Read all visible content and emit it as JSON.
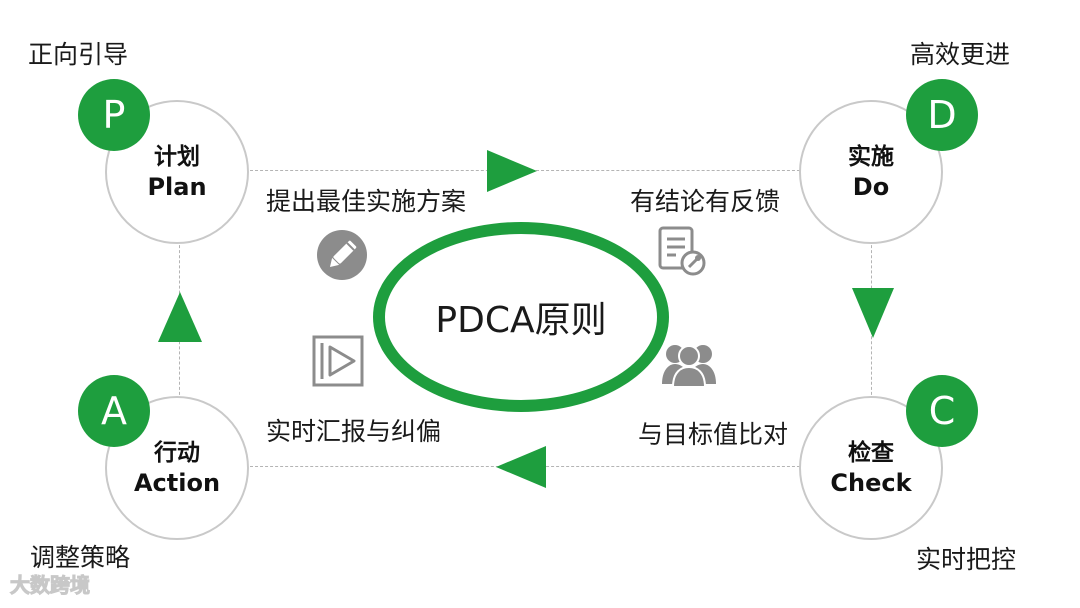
{
  "diagram": {
    "center_label": "PDCA原则",
    "nodes": {
      "plan": {
        "badge": "P",
        "title_cn": "计划",
        "title_en": "Plan",
        "corner_label": "正向引导"
      },
      "do": {
        "badge": "D",
        "title_cn": "实施",
        "title_en": "Do",
        "corner_label": "高效更进"
      },
      "check": {
        "badge": "C",
        "title_cn": "检查",
        "title_en": "Check",
        "corner_label": "实时把控"
      },
      "action": {
        "badge": "A",
        "title_cn": "行动",
        "title_en": "Action",
        "corner_label": "调整策略"
      }
    },
    "edge_labels": {
      "plan_to_do": "提出最佳实施方案",
      "do_to_check": "有结论有反馈",
      "check_to_action": "与目标值比对",
      "action_to_plan": "实时汇报与纠偏"
    },
    "icons": [
      "pencil-icon",
      "report-icon",
      "play-video-icon",
      "users-icon"
    ],
    "colors": {
      "accent": "#1e9e3e",
      "icon_gray": "#8c8c8c",
      "node_border": "#c9c9c9"
    }
  },
  "watermark": {
    "text": "大数跨境"
  }
}
